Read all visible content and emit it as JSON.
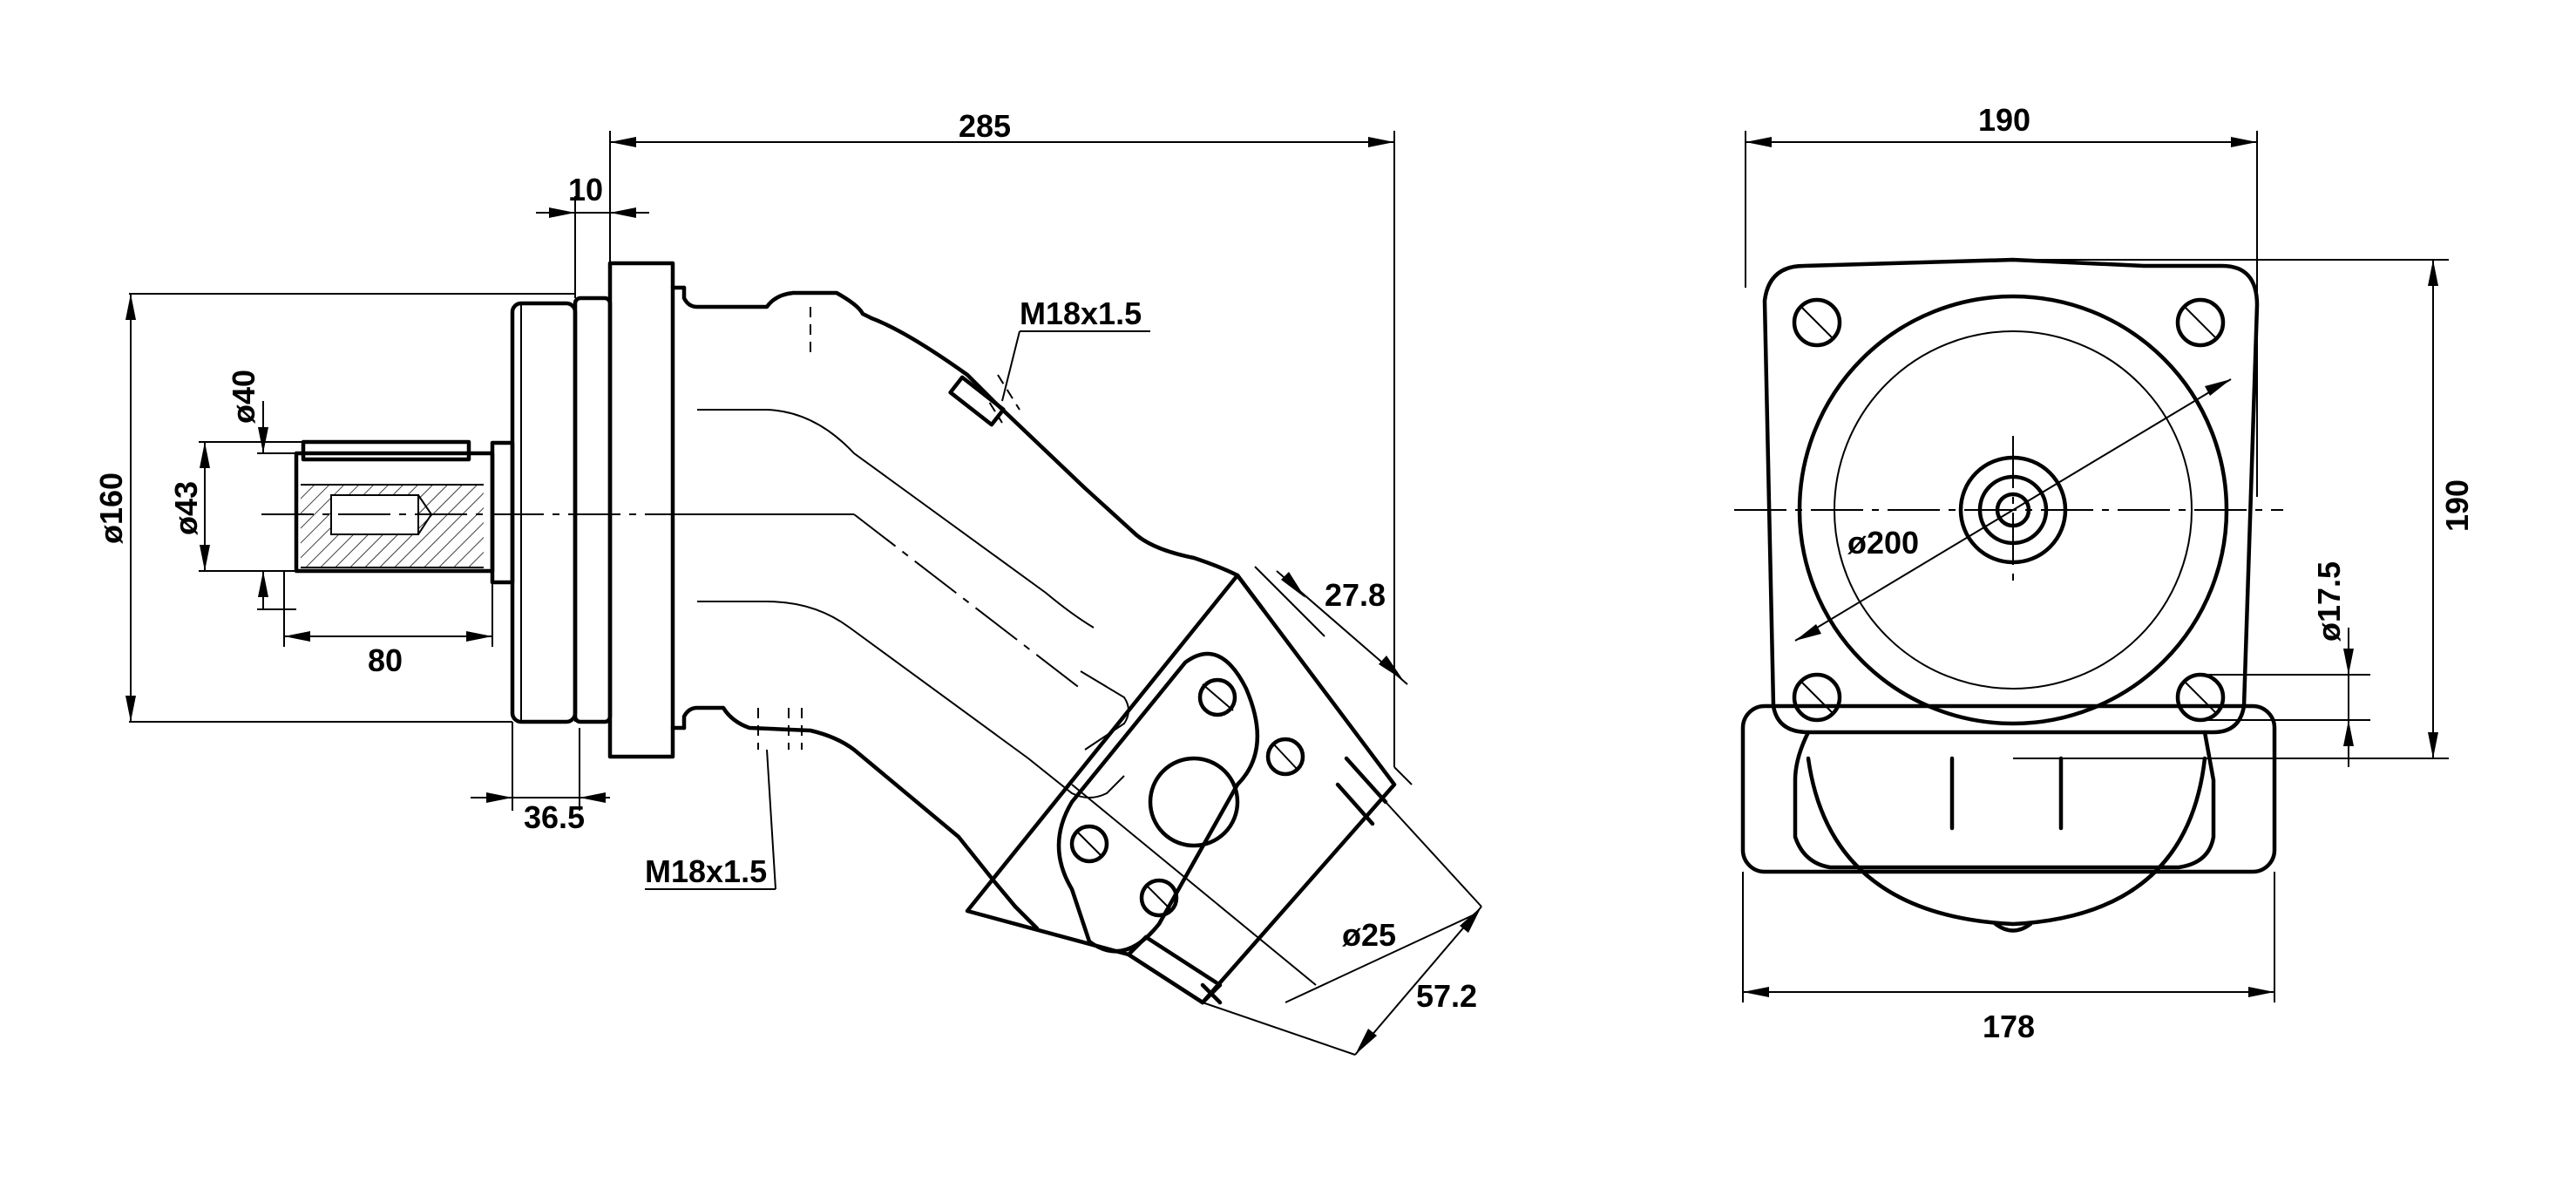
{
  "side_view": {
    "overall_length": "285",
    "flange_thickness": "10",
    "flange_diameter": "ø160",
    "shaft_outer_diameter": "ø43",
    "shaft_spline_diameter": "ø40",
    "shaft_length": "80",
    "pilot_length": "36.5",
    "port_thread_top": "M18x1.5",
    "port_thread_bottom": "M18x1.5",
    "port_offset": "27.8",
    "port_diameter": "ø25",
    "port_bolt_spacing": "57.2"
  },
  "front_view": {
    "width_top": "190",
    "height_right": "190",
    "housing_width": "178",
    "bolt_circle_diameter": "ø200",
    "bolt_hole_diameter": "ø17.5"
  }
}
